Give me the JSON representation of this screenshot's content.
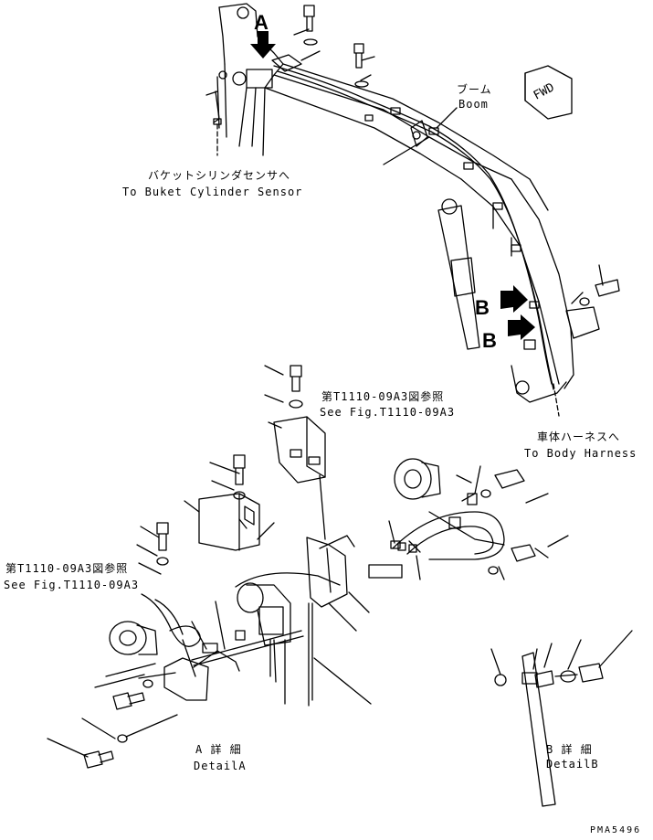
{
  "callout_letters": {
    "a": "A",
    "b1": "B",
    "b2": "B"
  },
  "fwd_label": "FWD",
  "boom": {
    "jp": "ブーム",
    "en": "Boom"
  },
  "bucket_sensor": {
    "jp": "バケットシリンダセンサへ",
    "en": "To Buket Cylinder Sensor"
  },
  "body_harness": {
    "jp": "車体ハーネスへ",
    "en": "To Body Harness"
  },
  "see_fig_right": {
    "jp": "第T1110-09A3図参照",
    "en": "See Fig.T1110-09A3"
  },
  "see_fig_left": {
    "jp": "第T1110-09A3図参照",
    "en": "See Fig.T1110-09A3"
  },
  "detail_a": {
    "jp": "A 詳 細",
    "en": "DetailA"
  },
  "detail_b": {
    "jp": "B 詳 細",
    "en": "DetailB"
  },
  "drawing_code": "PMA5496",
  "colors": {
    "ink": "#000000",
    "paper": "#ffffff"
  }
}
